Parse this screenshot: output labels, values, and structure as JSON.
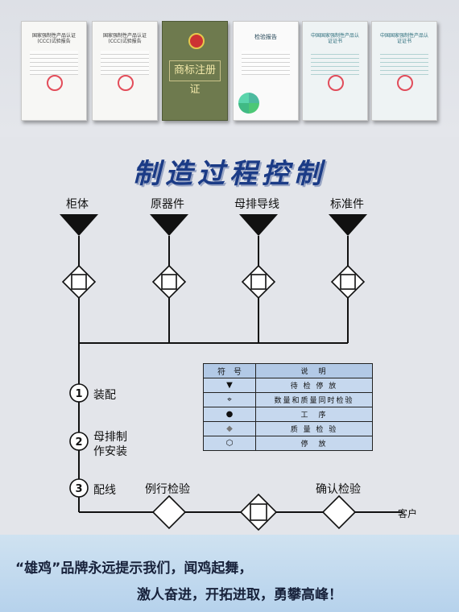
{
  "certificates": [
    {
      "kind": "document",
      "header": "国家强制性产品认证(CCC)试验报告"
    },
    {
      "kind": "document",
      "header": "国家强制性产品认证(CCC)试验报告"
    },
    {
      "kind": "green",
      "title": "商标注册证"
    },
    {
      "kind": "report",
      "title": "检验报告"
    },
    {
      "kind": "teal",
      "header": "中国国家强制性产品认证证书"
    },
    {
      "kind": "teal",
      "header": "中国国家强制性产品认证证书"
    }
  ],
  "heading": "制造过程控制",
  "inputs": [
    "柜体",
    "原器件",
    "母排导线",
    "标准件"
  ],
  "steps": [
    {
      "num": "1",
      "label": "装配"
    },
    {
      "num": "2",
      "label_line1": "母排制",
      "label_line2": "作安装"
    },
    {
      "num": "3",
      "label": "配线"
    }
  ],
  "inspections": {
    "routine": "例行检验",
    "confirm": "确认检验"
  },
  "customer": "客户",
  "legend": {
    "header_symbol": "符　号",
    "header_desc": "说　明",
    "rows": [
      {
        "icon": "▼",
        "desc": "待 检 停 放"
      },
      {
        "icon": "⌖",
        "desc": "数量和质量同时检验"
      },
      {
        "icon": "●",
        "desc": "工　序"
      },
      {
        "icon": "◆",
        "desc": "质 量 检 验"
      },
      {
        "icon": "⬡",
        "desc": "停　放"
      }
    ]
  },
  "slogan": {
    "line1": "“雄鸡”品牌永远提示我们，闻鸡起舞，",
    "line2": "激人奋进，开拓进取，勇攀高峰！"
  }
}
